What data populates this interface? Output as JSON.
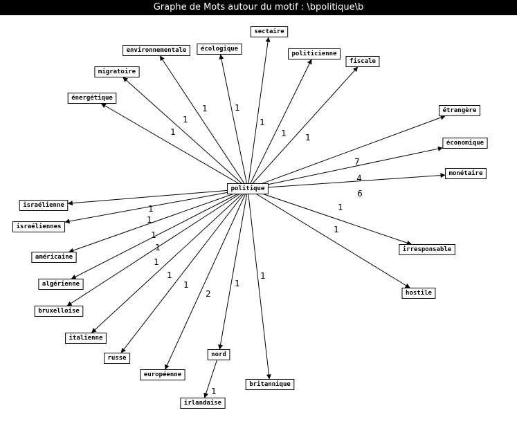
{
  "window": {
    "title": "Graphe de Mots autour du motif : \\bpolitique\\b"
  },
  "nodes": [
    {
      "id": "politique",
      "label": "politique"
    },
    {
      "id": "sectaire",
      "label": "sectaire"
    },
    {
      "id": "environnementale",
      "label": "environnementale"
    },
    {
      "id": "ecologique",
      "label": "écologique"
    },
    {
      "id": "politicienne",
      "label": "politicienne"
    },
    {
      "id": "fiscale",
      "label": "fiscale"
    },
    {
      "id": "migratoire",
      "label": "migratoire"
    },
    {
      "id": "energetique",
      "label": "énergétique"
    },
    {
      "id": "etrangere",
      "label": "étrangère"
    },
    {
      "id": "economique",
      "label": "économique"
    },
    {
      "id": "monetaire",
      "label": "monétaire"
    },
    {
      "id": "israelienne",
      "label": "israélienne"
    },
    {
      "id": "israeliennes",
      "label": "israéliennes"
    },
    {
      "id": "americaine",
      "label": "américaine"
    },
    {
      "id": "irresponsable",
      "label": "irresponsable"
    },
    {
      "id": "algerienne",
      "label": "algérienne"
    },
    {
      "id": "hostile",
      "label": "hostile"
    },
    {
      "id": "bruxelloise",
      "label": "bruxelloise"
    },
    {
      "id": "italienne",
      "label": "italienne"
    },
    {
      "id": "russe",
      "label": "russe"
    },
    {
      "id": "nord",
      "label": "nord"
    },
    {
      "id": "europeenne",
      "label": "européenne"
    },
    {
      "id": "britannique",
      "label": "britannique"
    },
    {
      "id": "irlandaise",
      "label": "irlandaise"
    }
  ],
  "edges": [
    {
      "from": "politique",
      "to": "sectaire",
      "weight": "1"
    },
    {
      "from": "politique",
      "to": "environnementale",
      "weight": "1"
    },
    {
      "from": "politique",
      "to": "ecologique",
      "weight": "1"
    },
    {
      "from": "politique",
      "to": "politicienne",
      "weight": "1"
    },
    {
      "from": "politique",
      "to": "fiscale",
      "weight": "1"
    },
    {
      "from": "politique",
      "to": "migratoire",
      "weight": "1"
    },
    {
      "from": "politique",
      "to": "energetique",
      "weight": "1"
    },
    {
      "from": "politique",
      "to": "etrangere",
      "weight": "7"
    },
    {
      "from": "politique",
      "to": "economique",
      "weight": "4"
    },
    {
      "from": "politique",
      "to": "monetaire",
      "weight": "6"
    },
    {
      "from": "politique",
      "to": "israelienne",
      "weight": "1"
    },
    {
      "from": "politique",
      "to": "israeliennes",
      "weight": "1"
    },
    {
      "from": "politique",
      "to": "americaine",
      "weight": "1"
    },
    {
      "from": "politique",
      "to": "irresponsable",
      "weight": "1"
    },
    {
      "from": "politique",
      "to": "algerienne",
      "weight": "1"
    },
    {
      "from": "politique",
      "to": "hostile",
      "weight": "1"
    },
    {
      "from": "politique",
      "to": "bruxelloise",
      "weight": "1"
    },
    {
      "from": "politique",
      "to": "italienne",
      "weight": "1"
    },
    {
      "from": "politique",
      "to": "russe",
      "weight": "1"
    },
    {
      "from": "politique",
      "to": "nord",
      "weight": "1"
    },
    {
      "from": "politique",
      "to": "europeenne",
      "weight": "2"
    },
    {
      "from": "politique",
      "to": "britannique",
      "weight": "1"
    },
    {
      "from": "nord",
      "to": "irlandaise",
      "weight": "1"
    }
  ]
}
